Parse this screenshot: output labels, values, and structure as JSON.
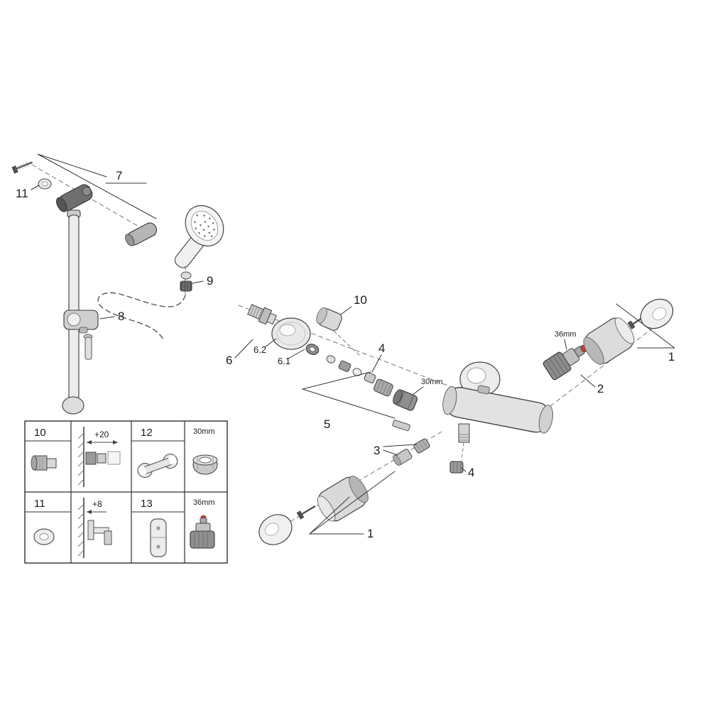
{
  "callouts": {
    "n11": "11",
    "n7": "7",
    "n8": "8",
    "n9": "9",
    "n10": "10",
    "n6": "6",
    "n6_2": "6.2",
    "n6_1": "6.1",
    "n4_top": "4",
    "n5": "5",
    "n3": "3",
    "n4_bottom": "4",
    "n2": "2",
    "n1_right": "1",
    "n1_bottom": "1"
  },
  "dimensions": {
    "cartridge": "36mm",
    "nut": "30mm"
  },
  "legend": {
    "cell_10": {
      "label": "10"
    },
    "cell_wall_top": {
      "dim": "+20"
    },
    "cell_12": {
      "label": "12"
    },
    "cell_nut": {
      "dim": "30mm"
    },
    "cell_11": {
      "label": "11"
    },
    "cell_wall_bottom": {
      "dim": "+8"
    },
    "cell_13": {
      "label": "13"
    },
    "cell_cartridge": {
      "dim": "36mm"
    }
  }
}
